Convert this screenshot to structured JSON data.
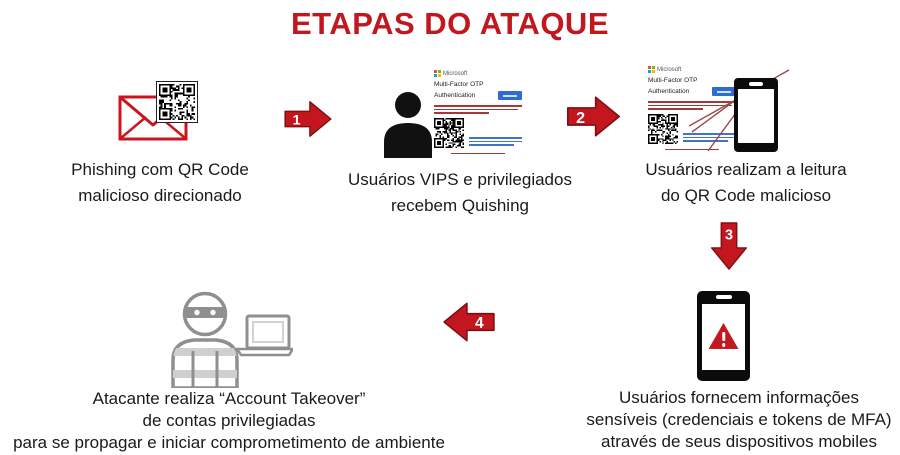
{
  "title": "ETAPAS DO ATAQUE",
  "colors": {
    "title_red": "#C1181F",
    "arrow_red": "#C4161F",
    "arrow_outline": "#7E0E13",
    "envelope_red": "#CC1420",
    "warning_red": "#C2181F",
    "hacker_gray": "#8F8F8F",
    "scanline_red": "#9A4A4A",
    "ms_logo": [
      "#F25022",
      "#7FBA00",
      "#00A4EF",
      "#FFB900"
    ]
  },
  "arrows": {
    "step1": {
      "label": "1",
      "direction": "right"
    },
    "step2": {
      "label": "2",
      "direction": "right"
    },
    "step3": {
      "label": "3",
      "direction": "down"
    },
    "step4": {
      "label": "4",
      "direction": "left"
    }
  },
  "stages": {
    "phishing": {
      "lines": [
        "Phishing com QR Code",
        "malicioso direcionado"
      ]
    },
    "quishing": {
      "lines": [
        "Usuários VIPS e privilegiados",
        "recebem Quishing"
      ]
    },
    "leitura": {
      "lines": [
        "Usuários realizam a leitura",
        "do QR Code malicioso"
      ]
    },
    "fornecem": {
      "lines": [
        "Usuários fornecem informações",
        "sensíveis (credenciais e tokens de MFA)",
        "através de seus dispositivos mobiles"
      ]
    },
    "takeover": {
      "lines": [
        "Atacante realiza “Account Takeover”",
        "de contas privilegiadas",
        "para se propagar e iniciar comprometimento de ambiente"
      ]
    }
  },
  "mfa_card": {
    "brand": "Microsoft",
    "line1": "Multi-Factor OTP",
    "line2": "Authentication"
  }
}
